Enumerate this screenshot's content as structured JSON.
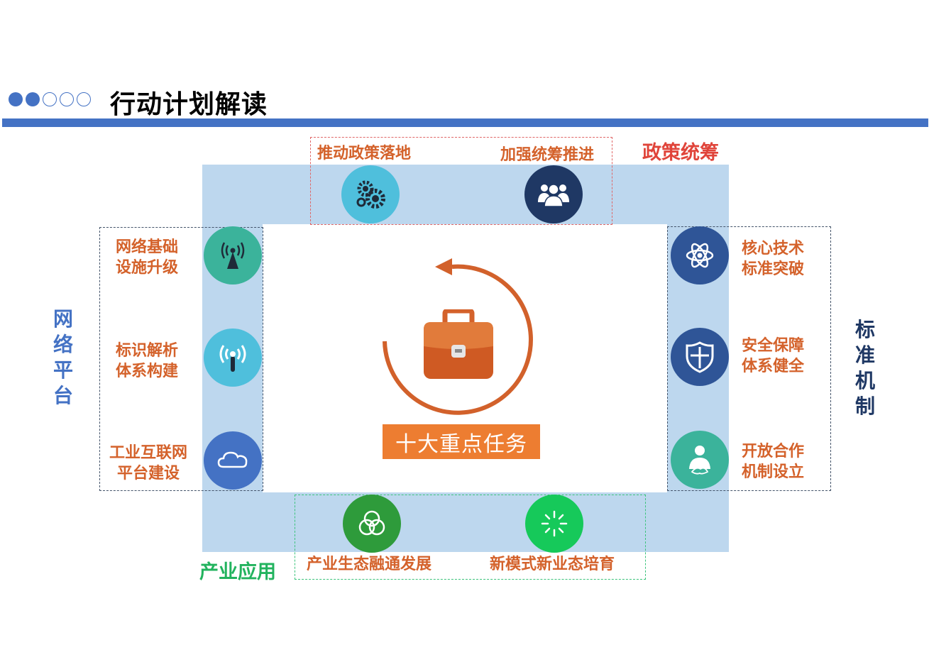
{
  "header": {
    "title": "行动计划解读",
    "progress_filled": 2,
    "progress_total": 5
  },
  "center": {
    "task": "十大重点任务"
  },
  "categories": {
    "policy": "政策统筹",
    "network": "网络平台",
    "standard": "标准机制",
    "industry": "产业应用"
  },
  "items": {
    "policy_1": "推动政策落地",
    "policy_2": "加强统筹推进",
    "network_1": "网络基础\n设施升级",
    "network_2": "标识解析\n体系构建",
    "network_3": "工业互联网\n平台建设",
    "standard_1": "核心技术\n标准突破",
    "standard_2": "安全保障\n体系健全",
    "standard_3": "开放合作\n机制设立",
    "industry_1": "产业生态融通发展",
    "industry_2": "新模式新业态培育"
  },
  "colors": {
    "accent_blue": "#4472c4",
    "frame_light": "#bdd7ee",
    "label_orange": "#d4622b",
    "policy_red": "#e0443a",
    "network_blue": "#4472c4",
    "standard_navy": "#1f3864",
    "industry_green": "#22b35e",
    "task_orange": "#ed7d31"
  },
  "icons": {
    "policy_1": "gears-icon",
    "policy_2": "team-icon",
    "network_1": "signal-tower-icon",
    "network_2": "wireless-icon",
    "network_3": "cloud-icon",
    "standard_1": "atom-icon",
    "standard_2": "shield-icon",
    "standard_3": "handshake-icon",
    "industry_1": "rings-icon",
    "industry_2": "sparkle-icon",
    "center": "briefcase-icon"
  }
}
